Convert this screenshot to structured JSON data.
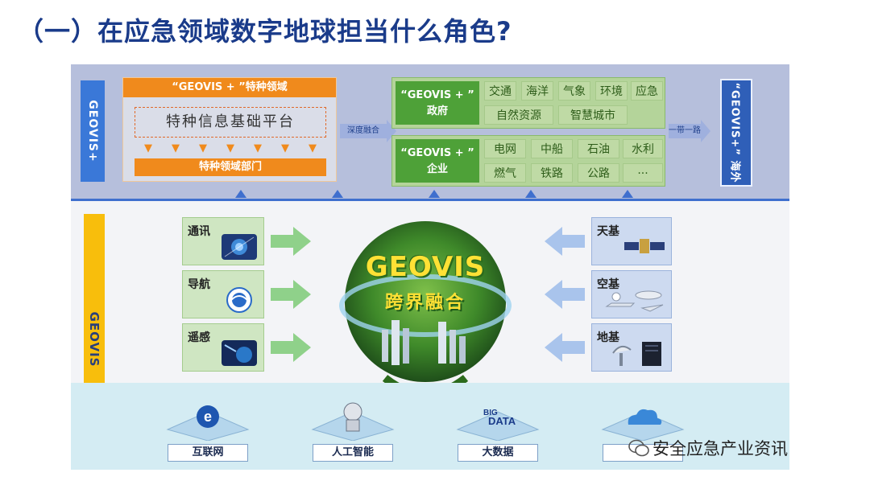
{
  "page": {
    "title": "（一）在应急领域数字地球担当什么角色?"
  },
  "top": {
    "geovis_plus_vertical": "GEOVIS+",
    "special": {
      "header": "“GEOVIS + ”特种领域",
      "platform": "特种信息基础平台",
      "dept": "特种领域部门"
    },
    "deep_fusion": "深度融合",
    "gov": {
      "label_line1": "“GEOVIS + ”",
      "label_line2": "政府",
      "items": [
        "交通",
        "海洋",
        "气象",
        "环境",
        "应急",
        "自然资源",
        "智慧城市"
      ]
    },
    "ent": {
      "label_line1": "“GEOVIS + ”",
      "label_line2": "企业",
      "items": [
        "电网",
        "中船",
        "石油",
        "水利",
        "燃气",
        "铁路",
        "公路",
        "···"
      ]
    },
    "one_belt": "一带一路",
    "overseas_brand": "“GEOVIS+”",
    "overseas_label": "海外"
  },
  "middle": {
    "geovis_vertical": "GEOVIS",
    "left": [
      {
        "label": "通讯",
        "icon": "communication-icon"
      },
      {
        "label": "导航",
        "icon": "navigation-icon"
      },
      {
        "label": "遥感",
        "icon": "remote-sensing-icon"
      }
    ],
    "right": [
      {
        "label": "天基",
        "icon": "satellite-icon"
      },
      {
        "label": "空基",
        "icon": "aircraft-icon"
      },
      {
        "label": "地基",
        "icon": "ground-station-icon"
      }
    ],
    "globe_word": "GEOVIS",
    "globe_subword": "跨界融合"
  },
  "bottom": {
    "techs": [
      {
        "name": "互联网",
        "icon": "internet-icon"
      },
      {
        "name": "人工智能",
        "icon": "ai-robot-icon"
      },
      {
        "name": "大数据",
        "icon": "big-data-icon",
        "text_top": "BIG",
        "text_bottom": "DATA"
      },
      {
        "name": "",
        "icon": "cloud-icon"
      }
    ]
  },
  "watermark": {
    "text": "安全应急产业资讯"
  },
  "colors": {
    "title_blue": "#1a3b8a",
    "orange": "#f08a1c",
    "green": "#4ea138",
    "yellow": "#f8be0c",
    "blue": "#3a78d8"
  }
}
